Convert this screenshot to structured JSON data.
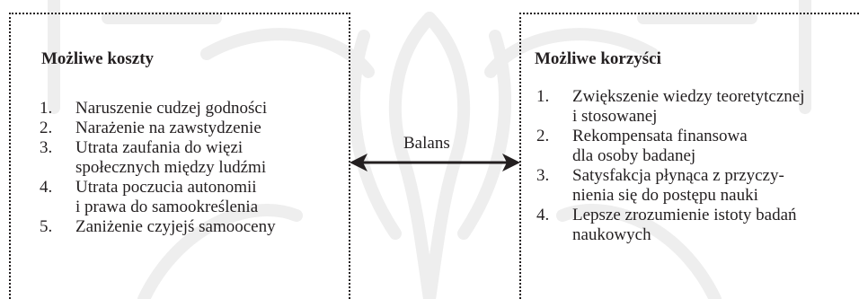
{
  "left_box": {
    "title": "Możliwe koszty",
    "items": [
      {
        "num": "1.",
        "text": "Naruszenie cudzej godności"
      },
      {
        "num": "2.",
        "text": "Narażenie na zawstydzenie"
      },
      {
        "num": "3.",
        "text": "Utrata zaufania do więzi\nspołecznych między ludźmi"
      },
      {
        "num": "4.",
        "text": "Utrata poczucia autonomii\ni prawa do samookreślenia"
      },
      {
        "num": "5.",
        "text": "Zaniżenie czyjejś samooceny"
      }
    ]
  },
  "right_box": {
    "title": "Możliwe korzyści",
    "items": [
      {
        "num": "1.",
        "text": "Zwiększenie wiedzy teoretytcznej\ni stosowanej"
      },
      {
        "num": "2.",
        "text": "Rekompensata finansowa\ndla osoby badanej"
      },
      {
        "num": "3.",
        "text": "Satysfakcja płynąca z przyczy-\nnienia się do postępu nauki"
      },
      {
        "num": "4.",
        "text": "Lepsze zrozumienie istoty badań\nnaukowych"
      }
    ]
  },
  "connector": {
    "label": "Balans",
    "icon": "double-headed-arrow-icon"
  },
  "colors": {
    "text": "#231f20",
    "watermark": "#eeeeee",
    "background": "#ffffff"
  }
}
